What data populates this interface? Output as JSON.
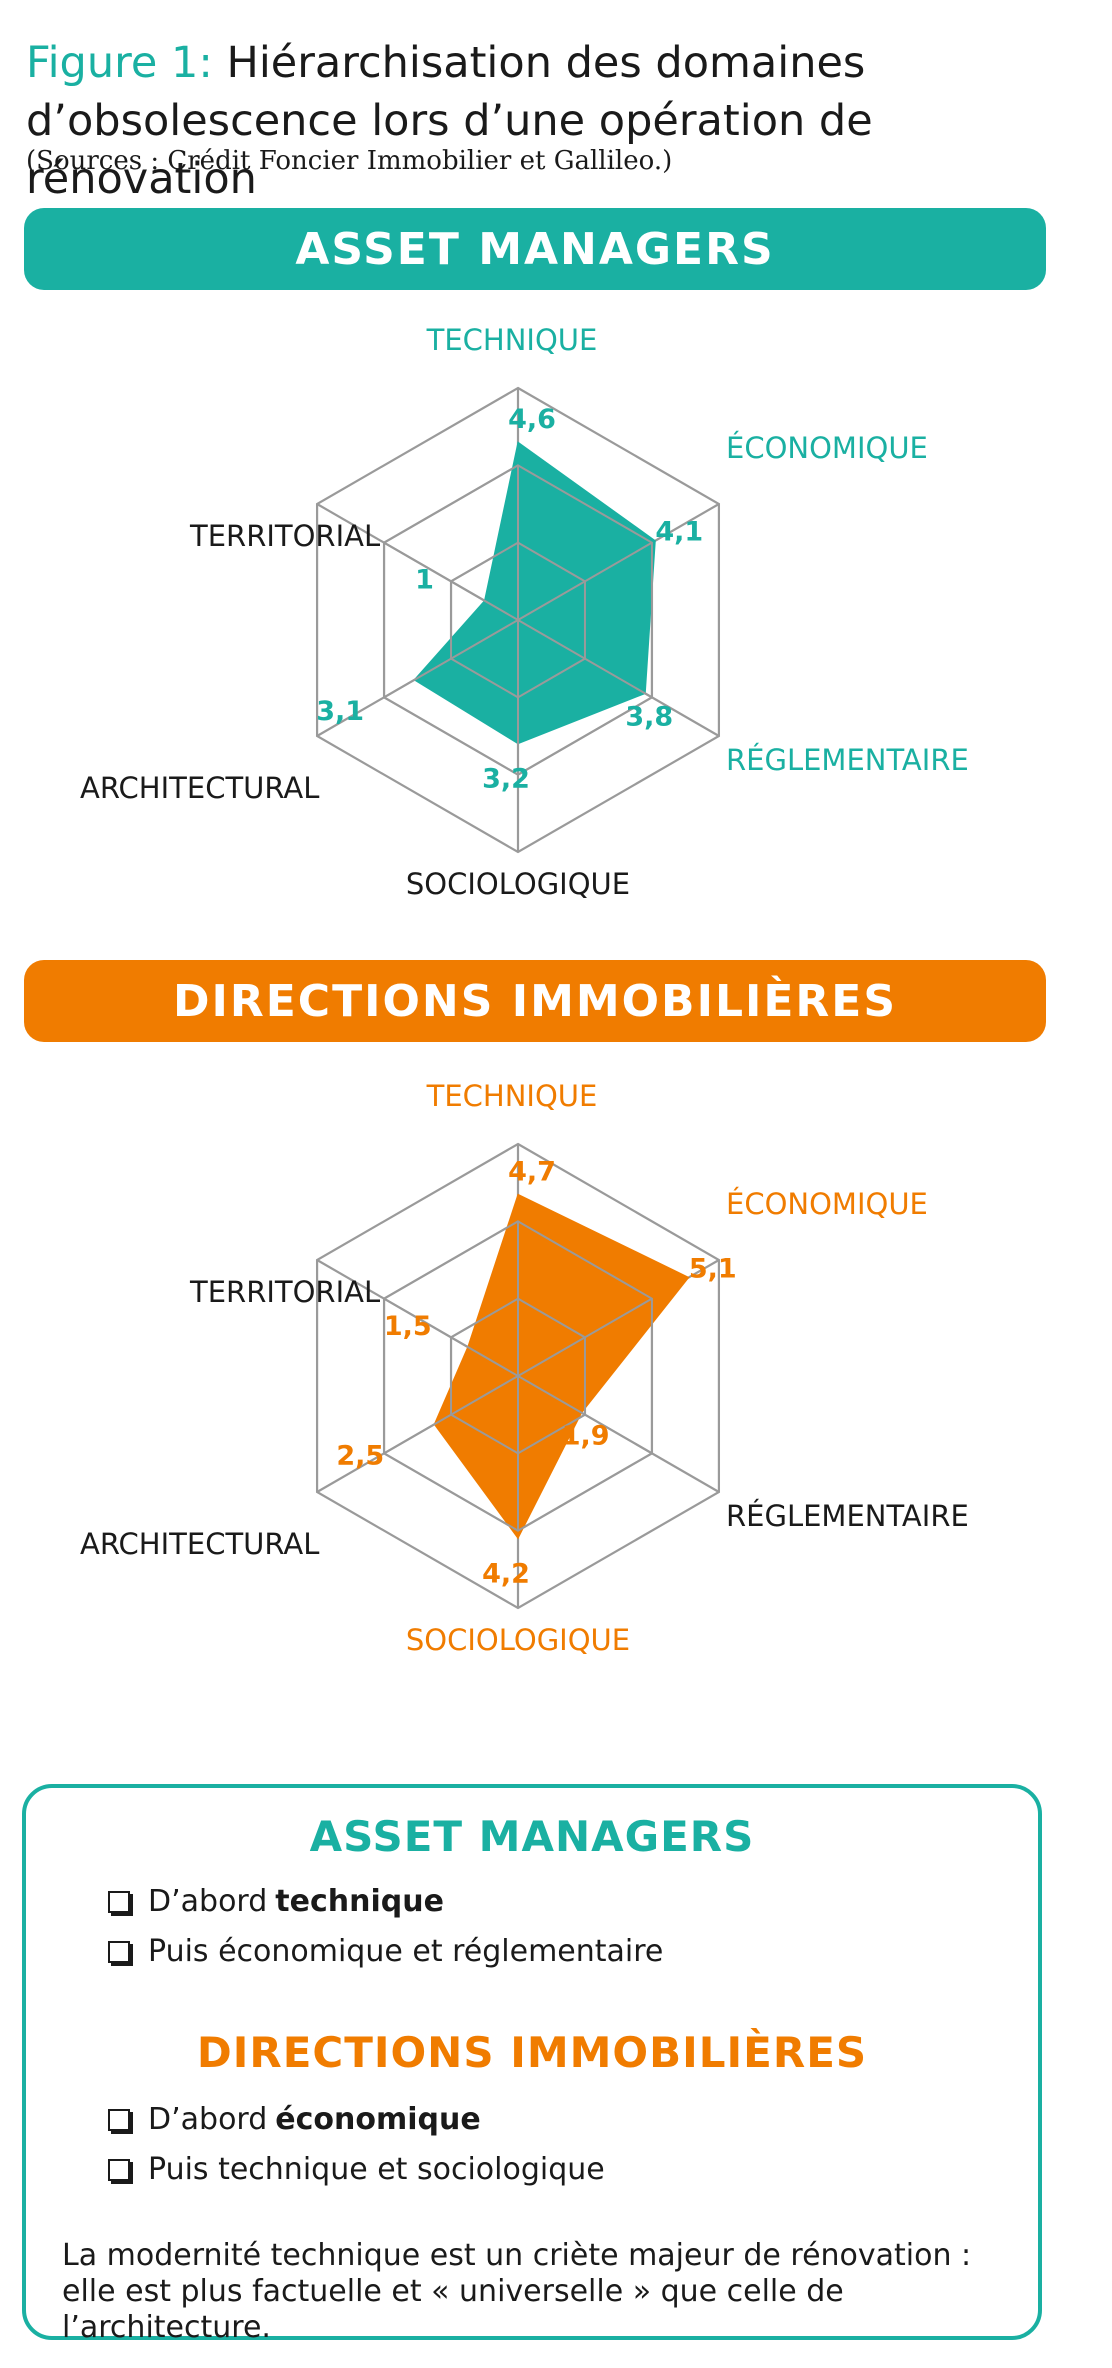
{
  "figure": {
    "label": "Figure 1:",
    "title": "Hiérarchisation des domaines d’obsolescence lors d’une opération de rénovation",
    "source": "(Sources : Crédit Foncier Immobilier et Gallileo.)"
  },
  "colors": {
    "teal": "#1ab0a2",
    "orange": "#f07c00",
    "grid": "#9a9a9a",
    "dark": "#1a1a1a"
  },
  "chart_data": [
    {
      "type": "radar",
      "title": "ASSET MANAGERS",
      "axes": [
        "TECHNIQUE",
        "ÉCONOMIQUE",
        "RÉGLEMENTAIRE",
        "SOCIOLOGIQUE",
        "ARCHITECTURAL",
        "TERRITORIAL"
      ],
      "values": [
        4.6,
        4.1,
        3.8,
        3.2,
        3.1,
        1
      ],
      "value_labels": [
        "4,6",
        "4,1",
        "3,8",
        "3,2",
        "3,1",
        "1"
      ],
      "highlighted_axes": [
        "TECHNIQUE",
        "ÉCONOMIQUE",
        "RÉGLEMENTAIRE"
      ],
      "rmax": 6,
      "grid_rings": [
        2,
        4,
        6
      ],
      "color": "#1ab0a2"
    },
    {
      "type": "radar",
      "title": "DIRECTIONS IMMOBILIÈRES",
      "axes": [
        "TECHNIQUE",
        "ÉCONOMIQUE",
        "RÉGLEMENTAIRE",
        "SOCIOLOGIQUE",
        "ARCHITECTURAL",
        "TERRITORIAL"
      ],
      "values": [
        4.7,
        5.1,
        1.9,
        4.2,
        2.5,
        1.5
      ],
      "value_labels": [
        "4,7",
        "5,1",
        "1,9",
        "4,2",
        "2,5",
        "1,5"
      ],
      "highlighted_axes": [
        "TECHNIQUE",
        "ÉCONOMIQUE",
        "SOCIOLOGIQUE"
      ],
      "rmax": 6,
      "grid_rings": [
        2,
        4,
        6
      ],
      "color": "#f07c00"
    }
  ],
  "summary": {
    "asset_heading": "ASSET MANAGERS",
    "asset_item1_pre": "D’abord",
    "asset_item1_bold": "technique",
    "asset_item2": "Puis économique et réglementaire",
    "dir_heading": "DIRECTIONS IMMOBILIÈRES",
    "dir_item1_pre": "D’abord",
    "dir_item1_bold": "économique",
    "dir_item2": "Puis technique et sociologique",
    "conclusion": "La modernité technique est un criète majeur de rénovation : elle est plus factuelle et « universelle » que celle de l’architecture."
  }
}
